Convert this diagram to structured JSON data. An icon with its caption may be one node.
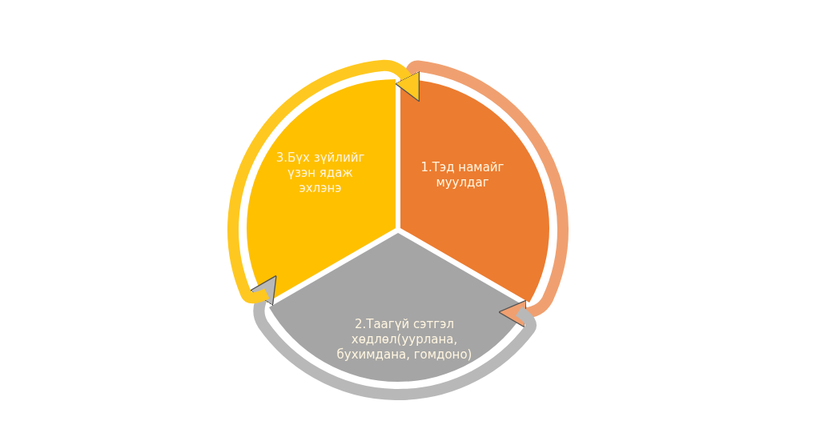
{
  "diagram": {
    "nodes": [
      {
        "text": [
          "1.Тэд намайг муулдаг"
        ]
      },
      {
        "text": [
          "2.Таагүй сэтгэл хөдлөл(уурлана, бухимдана, гомдоно)"
        ]
      },
      {
        "text": [
          "3.Бүх зүйлийг үзэн ядаж эхлэнэ"
        ]
      }
    ],
    "edges": [
      {
        "from": 0,
        "to": 1,
        "arrow": "to",
        "color": "#f0a070"
      },
      {
        "from": 1,
        "to": 2,
        "arrow": "to",
        "color": "#b8b8b8"
      },
      {
        "from": 2,
        "to": 0,
        "arrow": "to",
        "color": "#ffc820"
      }
    ]
  }
}
